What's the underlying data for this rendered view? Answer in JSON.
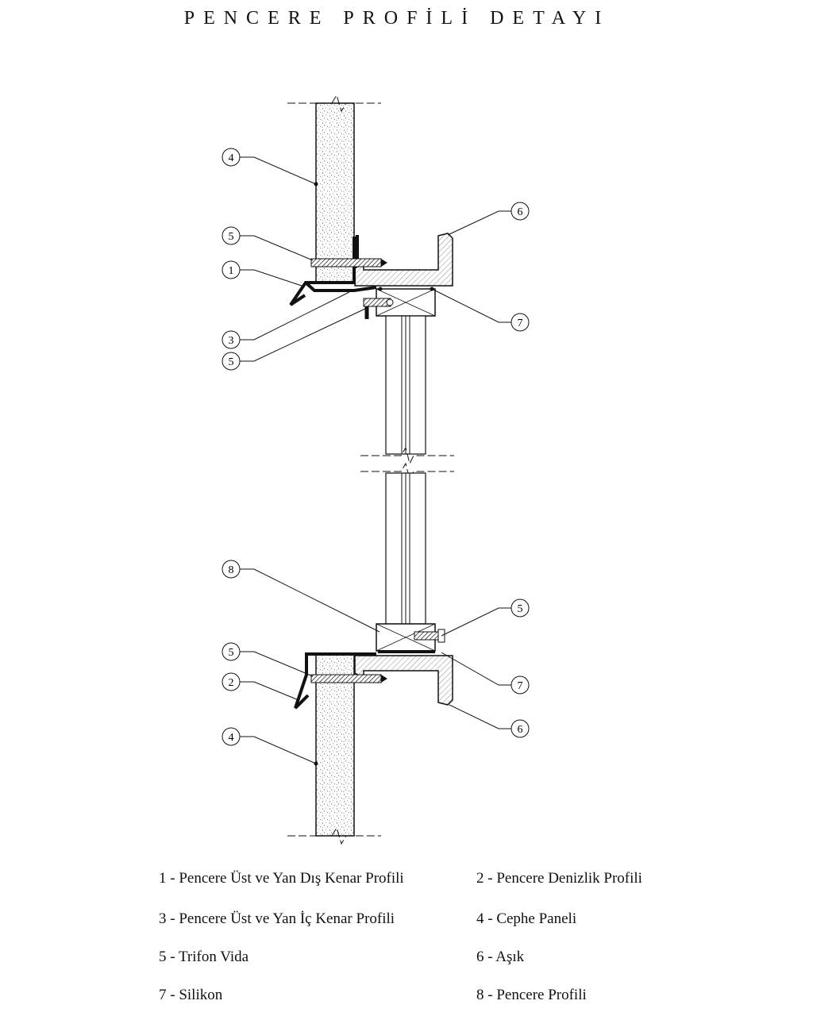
{
  "title": "PENCERE PROFİLİ DETAYI",
  "callouts": {
    "c4_top": "4",
    "c5_top": "5",
    "c1": "1",
    "c3": "3",
    "c5_mid": "5",
    "c6_top": "6",
    "c7_top": "7",
    "c8": "8",
    "c5_right": "5",
    "c5_bottom": "5",
    "c2": "2",
    "c4_bottom": "4",
    "c7_bottom": "7",
    "c6_bottom": "6"
  },
  "legend": [
    {
      "label": "1 - Pencere Üst ve Yan Dış Kenar Profili"
    },
    {
      "label": "2 - Pencere Denizlik Profili"
    },
    {
      "label": "3 - Pencere Üst ve Yan İç Kenar Profili"
    },
    {
      "label": "4 - Cephe Paneli"
    },
    {
      "label": "5 - Trifon Vida"
    },
    {
      "label": "6 - Aşık"
    },
    {
      "label": "7 - Silikon"
    },
    {
      "label": "8 - Pencere Profili"
    }
  ]
}
